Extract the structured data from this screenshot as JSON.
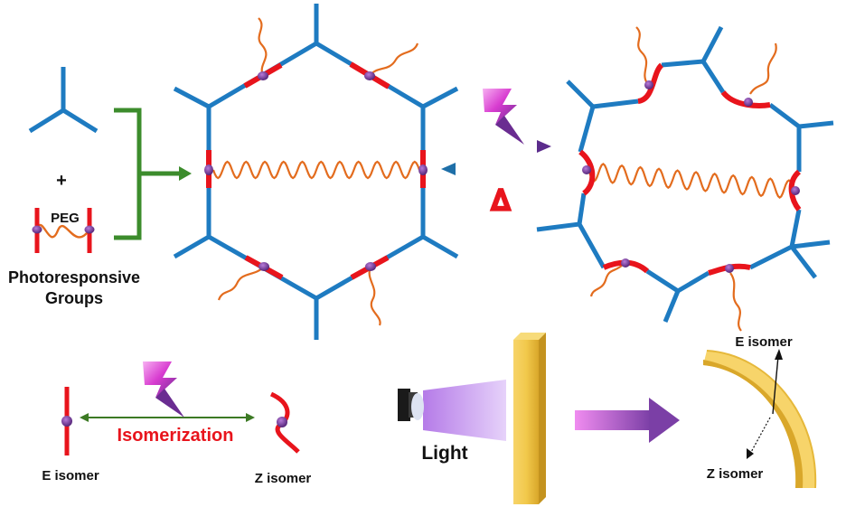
{
  "labels": {
    "plus": "+",
    "peg": "PEG",
    "photoresponsive_line1": "Photoresponsive",
    "photoresponsive_line2": "Groups",
    "heat_symbol": "Δ",
    "isomerization": "Isomerization",
    "e_isomer_left": "E isomer",
    "z_isomer_left": "Z isomer",
    "light": "Light",
    "e_isomer_right": "E isomer",
    "z_isomer_right": "Z isomer"
  },
  "colors": {
    "linker_blue": "#1E7BC1",
    "photo_red": "#E8141C",
    "node_purple": "#6A2C91",
    "peg_orange": "#E36C1E",
    "bracket_green": "#3C8C2C",
    "forward_arrow": "#7B3FA6",
    "reverse_arrow": "#24B3B8",
    "isomerization_text": "#E8141C",
    "film_yellow": "#F2C94C"
  },
  "icons": {
    "lightning": "lightning-icon",
    "flashlight": "flashlight-icon"
  }
}
